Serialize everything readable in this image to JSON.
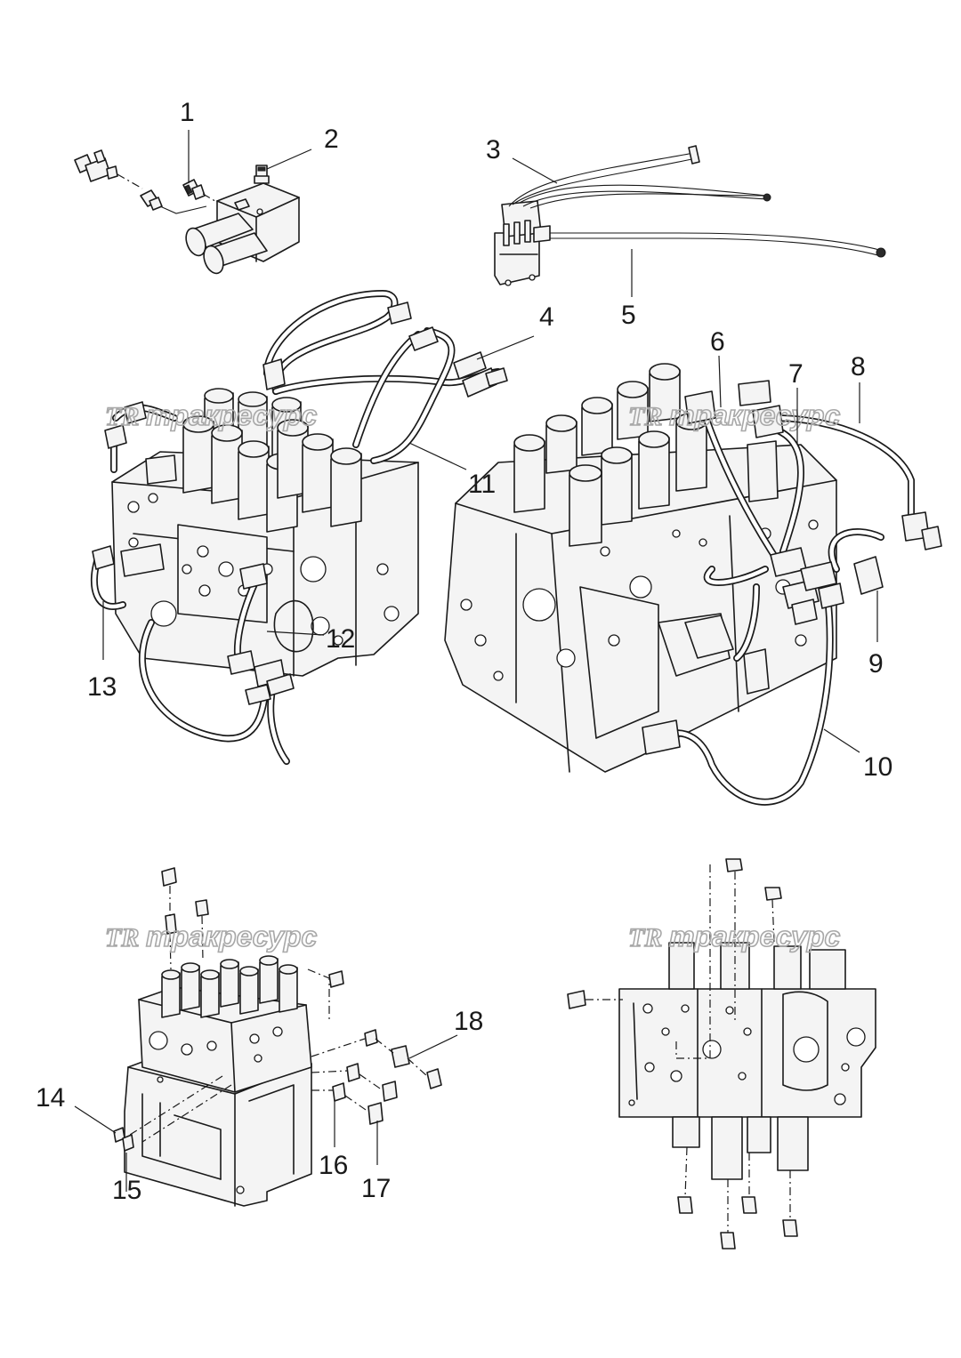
{
  "watermark": {
    "logo": "TR",
    "text": "тракресурс"
  },
  "callouts": [
    "1",
    "2",
    "3",
    "4",
    "5",
    "6",
    "7",
    "8",
    "9",
    "10",
    "11",
    "12",
    "13",
    "14",
    "15",
    "16",
    "17",
    "18"
  ]
}
